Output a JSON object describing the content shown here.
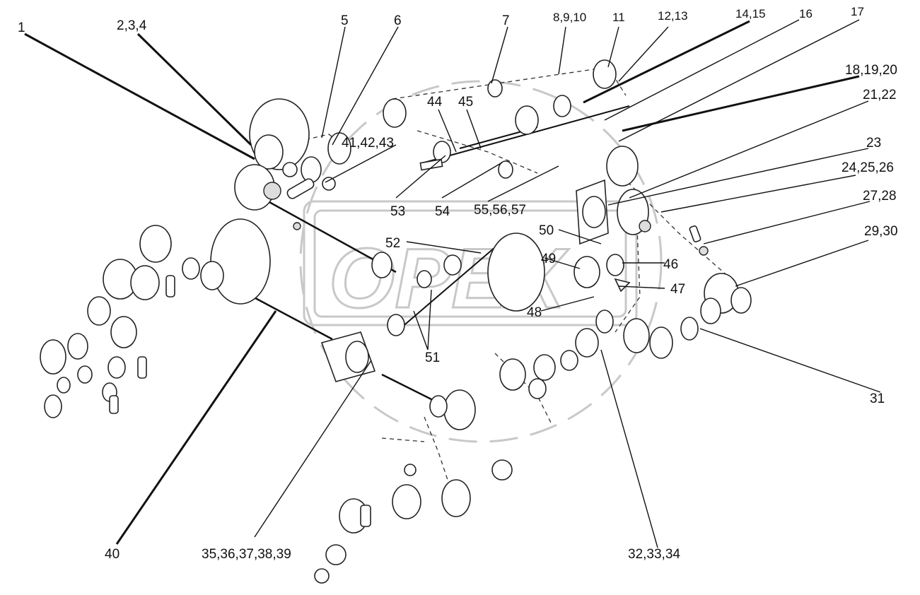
{
  "watermark": "OPEX",
  "labels": {
    "l1": "1",
    "l2": "2,3,4",
    "l5": "5",
    "l6": "6",
    "l7": "7",
    "l8": "8,9,10",
    "l11": "11",
    "l12": "12,13",
    "l14": "14,15",
    "l16": "16",
    "l17": "17",
    "l18": "18,19,20",
    "l21": "21,22",
    "l23": "23",
    "l24": "24,25,26",
    "l27": "27,28",
    "l29": "29,30",
    "l31": "31",
    "l32": "32,33,34",
    "l35": "35,36,37,38,39",
    "l40": "40",
    "l41": "41,42,43",
    "l44": "44",
    "l45": "45",
    "l46": "46",
    "l47": "47",
    "l48": "48",
    "l49": "49",
    "l50": "50",
    "l51": "51",
    "l52": "52",
    "l53": "53",
    "l54": "54",
    "l55": "55,56,57"
  }
}
